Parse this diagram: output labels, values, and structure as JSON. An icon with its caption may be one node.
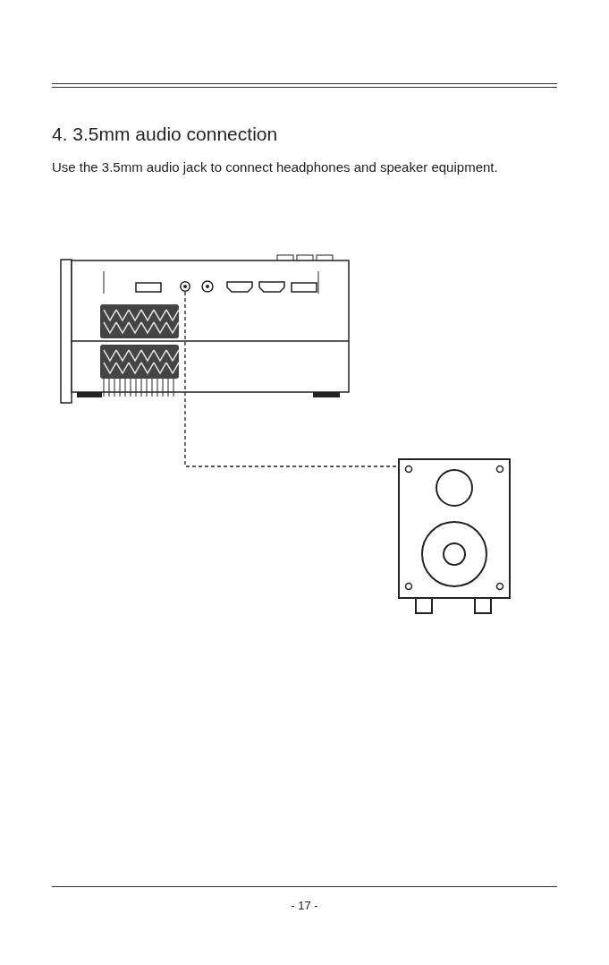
{
  "diagram": {
    "title": "4. 3.5mm audio connection",
    "nodes": [
      {
        "text": [],
        "shape": "picture"
      },
      {
        "text": [],
        "shape": "circle",
        "in": 0
      },
      {
        "text": [],
        "shape": "picture"
      }
    ],
    "edges": [
      {
        "from": 1,
        "to": 2,
        "arrow": "none",
        "style": "dashed"
      }
    ],
    "labels": [
      "Use the 3.5mm audio jack to connect headphones and speaker equipment.",
      "- 17 -"
    ]
  }
}
